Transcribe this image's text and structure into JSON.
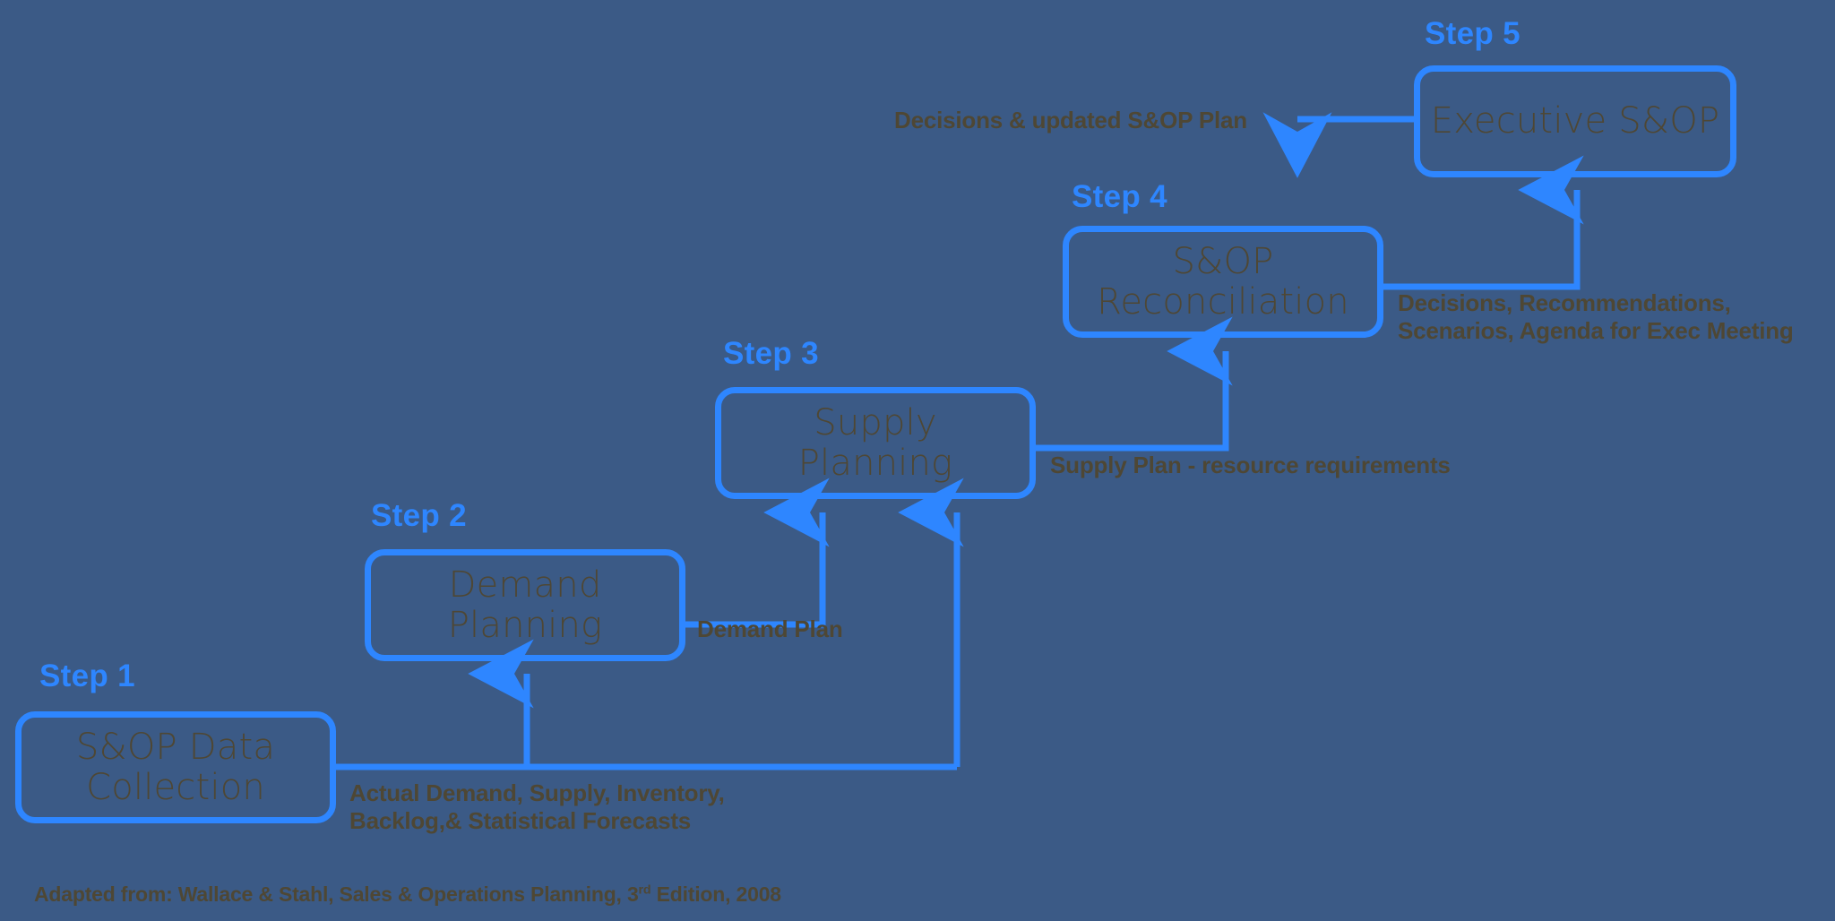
{
  "diagram": {
    "title": "S&OP Five Step Process",
    "colors": {
      "background": "#3b5a86",
      "accent_blue": "#2e86ff",
      "text_brown": "#4e4734"
    },
    "steps": [
      {
        "id": "step1",
        "step_label": "Step 1",
        "box_text": "S&OP Data\nCollection",
        "box_line1": "S&OP Data",
        "box_line2": "Collection"
      },
      {
        "id": "step2",
        "step_label": "Step 2",
        "box_text": "Demand\nPlanning",
        "box_line1": "Demand",
        "box_line2": "Planning"
      },
      {
        "id": "step3",
        "step_label": "Step 3",
        "box_text": "Supply\nPlanning",
        "box_line1": "Supply",
        "box_line2": "Planning"
      },
      {
        "id": "step4",
        "step_label": "Step 4",
        "box_text": "S&OP\nReconciliation",
        "box_line1": "S&OP",
        "box_line2": "Reconciliation"
      },
      {
        "id": "step5",
        "step_label": "Step 5",
        "box_text": "Executive S&OP",
        "box_line1": "Executive S&OP",
        "box_line2": ""
      }
    ],
    "edge_labels": [
      {
        "id": "data-collection-output",
        "text": "Actual Demand, Supply, Inventory,\nBacklog,& Statistical Forecasts"
      },
      {
        "id": "demand-plan",
        "text": "Demand Plan"
      },
      {
        "id": "supply-plan",
        "text": "Supply Plan - resource requirements"
      },
      {
        "id": "reconciliation-output",
        "text": "Decisions, Recommendations,\nScenarios, Agenda for Exec Meeting"
      },
      {
        "id": "executive-output",
        "text": "Decisions & updated S&OP Plan"
      }
    ],
    "footnote": {
      "prefix": "Adapted from: Wallace & Stahl, Sales & Operations Planning, 3",
      "ordinal": "rd",
      "suffix": " Edition, 2008"
    }
  }
}
